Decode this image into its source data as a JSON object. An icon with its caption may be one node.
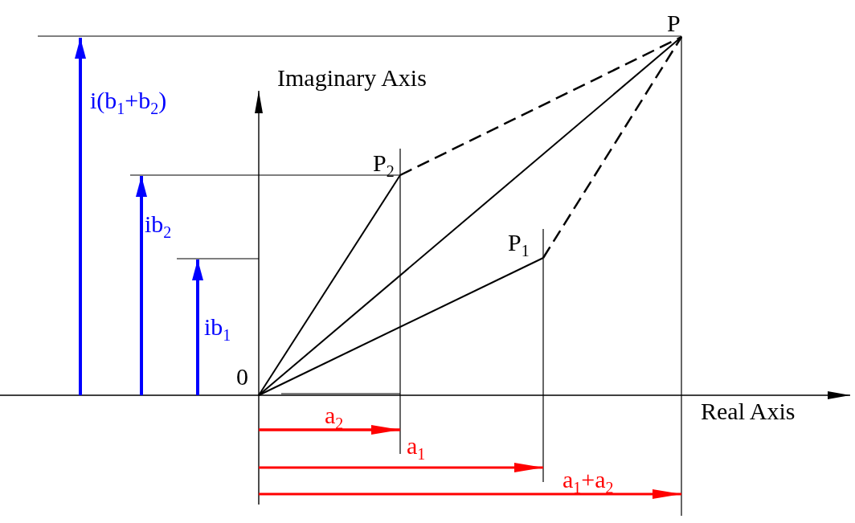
{
  "diagram": {
    "nodes": [
      {
        "text": [
          "0"
        ]
      },
      {
        "text": [
          "P$_{2}$"
        ]
      },
      {
        "text": [
          "P$_{1}$"
        ]
      },
      {
        "text": [
          "P"
        ]
      }
    ],
    "edges": [
      {
        "from": 0,
        "to": 1,
        "arrow": "none"
      },
      {
        "from": 0,
        "to": 3,
        "arrow": "none"
      },
      {
        "from": 0,
        "to": 2,
        "arrow": "none"
      },
      {
        "from": 1,
        "to": 3,
        "arrow": "none",
        "style": "dashed"
      },
      {
        "from": 2,
        "to": 3,
        "arrow": "none",
        "style": "dashed"
      }
    ],
    "labels": [
      "i(b$_{1}$+b$_{2}$)",
      "Imaginary Axis",
      "ib$_{2}$",
      "ib$_{1}$",
      "Real Axis",
      "a$_{2}$",
      "a$_{1}$",
      "a$_{1}$+a$_{2}$"
    ]
  }
}
